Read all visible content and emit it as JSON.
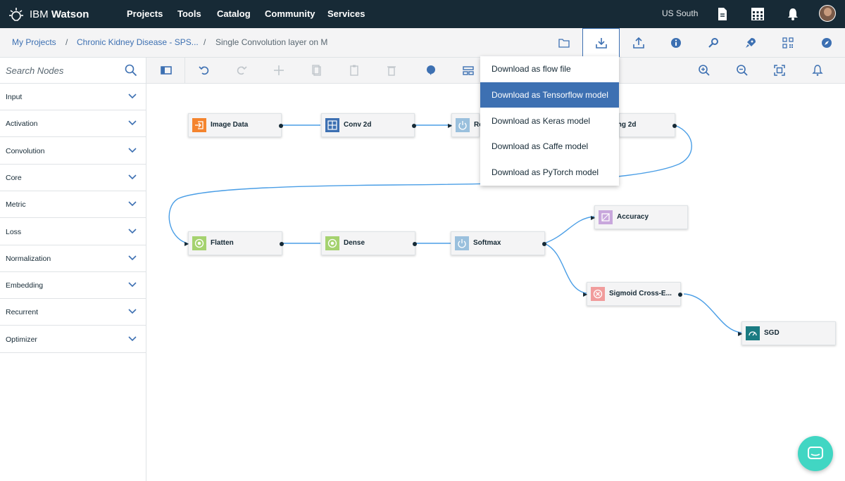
{
  "nav": {
    "brand_prefix": "IBM",
    "brand_name": "Watson",
    "links": [
      "Projects",
      "Tools",
      "Catalog",
      "Community",
      "Services"
    ],
    "region": "US South",
    "icons": [
      "document-icon",
      "apps-grid-icon",
      "notification-bell-icon",
      "user-avatar"
    ]
  },
  "breadcrumb": {
    "items": [
      "My Projects",
      "Chronic Kidney Disease - SPS...",
      "Single Convolution layer on M"
    ],
    "separator": "/"
  },
  "toolbar_icons": [
    "folder-icon",
    "download-icon",
    "upload-icon",
    "info-icon",
    "settings-wrench-icon",
    "deploy-icon",
    "qr-code-icon",
    "compass-icon"
  ],
  "sidebar": {
    "search_placeholder": "Search Nodes",
    "categories": [
      "Input",
      "Activation",
      "Convolution",
      "Core",
      "Metric",
      "Loss",
      "Normalization",
      "Embedding",
      "Recurrent",
      "Optimizer"
    ]
  },
  "canvas_toolbar": [
    "palette-toggle-icon",
    "undo-icon",
    "redo-icon",
    "move-icon",
    "copy-icon",
    "clipboard-icon",
    "delete-icon",
    "comment-icon",
    "layout-icon",
    "zoom-in-icon",
    "zoom-out-icon",
    "fit-icon",
    "notifications-icon"
  ],
  "nodes": {
    "image_data": "Image Data",
    "conv2d": "Conv 2d",
    "relu": "Re",
    "pooling": "ing 2d",
    "flatten": "Flatten",
    "dense": "Dense",
    "softmax": "Softmax",
    "accuracy": "Accuracy",
    "sigmoid": "Sigmoid Cross-E...",
    "sgd": "SGD"
  },
  "node_colors": {
    "input": "#f4842e",
    "conv": "#3d70b2",
    "activation": "#9ac0dd",
    "core": "#a5d26f",
    "metric": "#c8a7dc",
    "loss": "#f19c9c",
    "optimizer": "#1a7b82"
  },
  "download_menu": {
    "items": [
      "Download as flow file",
      "Download as Tensorflow model",
      "Download as Keras model",
      "Download as Caffe model",
      "Download as PyTorch model"
    ],
    "selected_index": 1
  },
  "chat_icon": "chat-bubble-icon"
}
